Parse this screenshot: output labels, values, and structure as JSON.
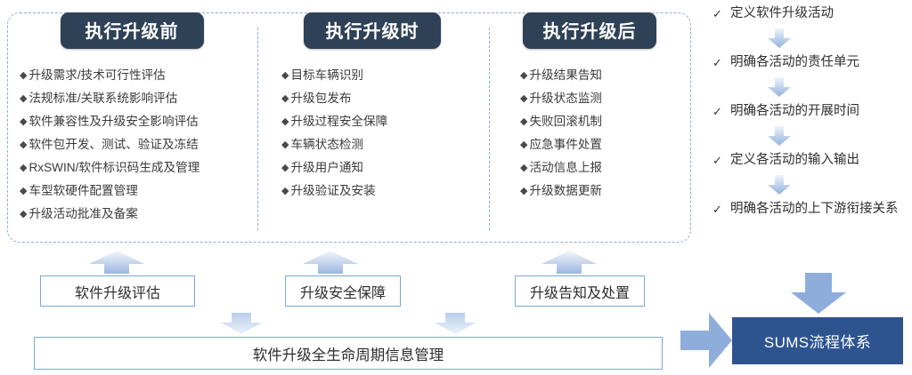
{
  "phases": [
    {
      "title": "执行升级前",
      "items": [
        "升级需求/技术可行性评估",
        "法规标准/关联系统影响评估",
        "软件兼容性及升级安全影响评估",
        "软件包开发、测试、验证及冻结",
        "RxSWIN/软件标识码生成及管理",
        "车型软硬件配置管理",
        "升级活动批准及备案"
      ]
    },
    {
      "title": "执行升级时",
      "items": [
        "目标车辆识别",
        "升级包发布",
        "升级过程安全保障",
        "车辆状态检测",
        "升级用户通知",
        "升级验证及安装"
      ]
    },
    {
      "title": "执行升级后",
      "items": [
        "升级结果告知",
        "升级状态监测",
        "失败回滚机制",
        "应急事件处置",
        "活动信息上报",
        "升级数据更新"
      ]
    }
  ],
  "checklist": {
    "mark": "✓",
    "items": [
      "定义软件升级活动",
      "明确各活动的责任单元",
      "明确各活动的开展时间",
      "定义各活动的输入输出",
      "明确各活动的上下游衔接关系"
    ]
  },
  "capability_boxes": [
    "软件升级评估",
    "升级安全保障",
    "升级告知及处置"
  ],
  "lifecycle_box": "软件升级全生命周期信息管理",
  "sums_box": "SUMS流程体系",
  "bullet": "◆",
  "colors": {
    "badge_bg": "#2f4156",
    "dashed_border": "#8fa9d8",
    "box_border": "#7ba7d7",
    "sums_bg": "#2e5490",
    "arrow_flat": "#8faddb",
    "arrow_light": "#c6d6ee"
  }
}
